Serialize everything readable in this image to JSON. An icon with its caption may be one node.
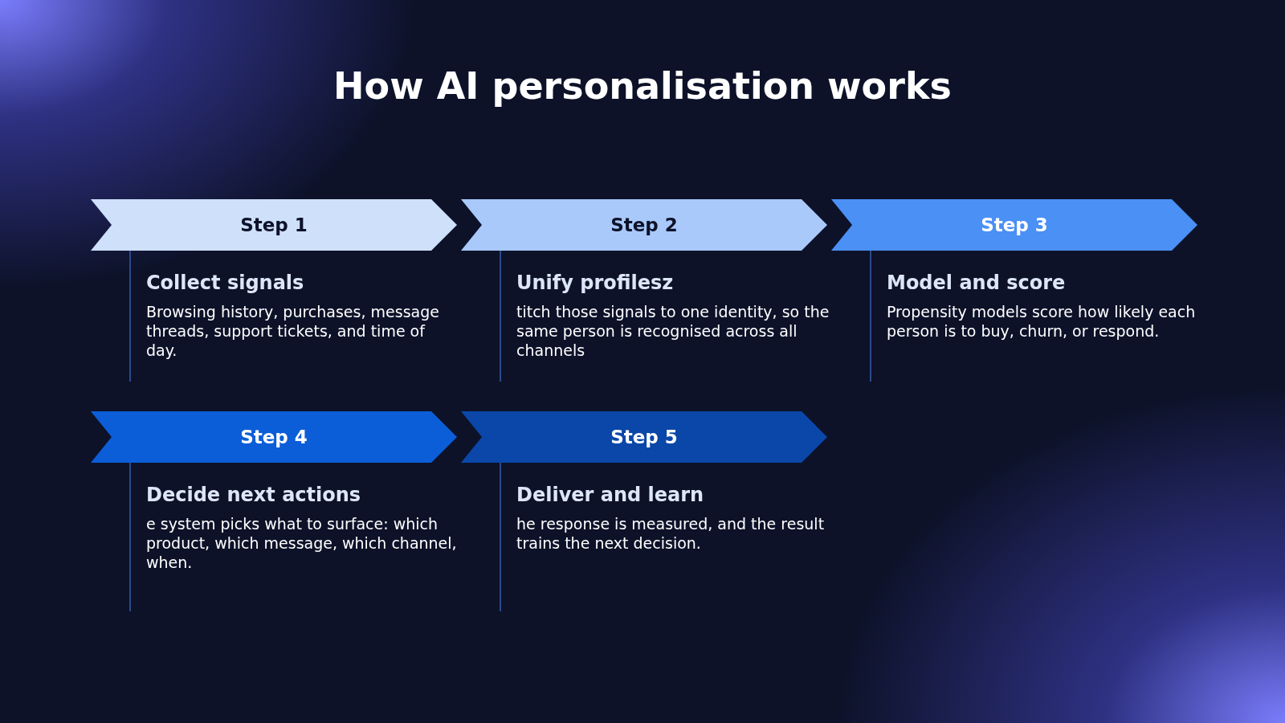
{
  "diagram": {
    "title": "How AI personalisation works",
    "nodes": [
      {
        "text": [
          "Step 1"
        ],
        "beside": [
          "Collect signals",
          "Browsing history, purchases, message threads, support tickets, and time of day."
        ]
      },
      {
        "text": [
          "Step 2"
        ],
        "beside": [
          "Unify profilesz",
          "titch those signals to one identity, so the same person is recognised across all channels"
        ]
      },
      {
        "text": [
          "Step 3"
        ],
        "beside": [
          "Model and score",
          "Propensity models score how likely each person is to buy, churn, or respond."
        ]
      },
      {
        "text": [
          "Step 4"
        ],
        "beside": [
          "Decide next actions",
          "e system picks what to surface: which product, which message, which channel, when."
        ]
      },
      {
        "text": [
          "Step 5"
        ],
        "beside": [
          "Deliver and learn",
          "he response is measured, and the result trains the next decision."
        ]
      }
    ]
  }
}
